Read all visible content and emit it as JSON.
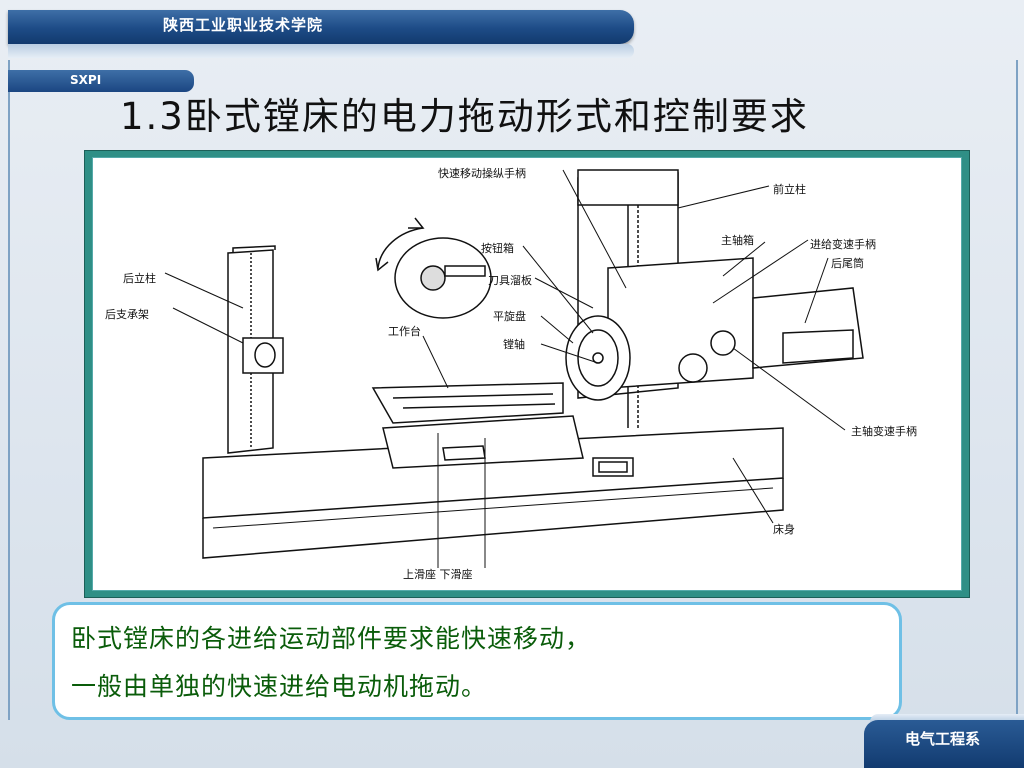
{
  "header": {
    "institution": "陕西工业职业技术学院",
    "logo_text": "SXPI"
  },
  "slide": {
    "title": "1.3卧式镗床的电力拖动形式和控制要求"
  },
  "figure": {
    "labels": {
      "fast_move_handle": "快速移动操纵手柄",
      "front_column": "前立柱",
      "spindle_box": "主轴箱",
      "feed_speed_handle": "进给变速手柄",
      "tailstock": "后尾筒",
      "rear_column": "后立柱",
      "rear_support": "后支承架",
      "button_box": "按钮箱",
      "tool_carriage": "刀具溜板",
      "flat_turntable": "平旋盘",
      "boring_spindle": "镗轴",
      "worktable": "工作台",
      "spindle_speed_handle": "主轴变速手柄",
      "bed": "床身",
      "slides": "上滑座 下滑座"
    }
  },
  "callout": {
    "line1": "卧式镗床的各进给运动部件要求能快速移动，",
    "line2": "一般由单独的快速进给电动机拖动。"
  },
  "footer": {
    "department": "电气工程系"
  },
  "colors": {
    "header_blue": "#1d4b86",
    "figure_border": "#2f8f86",
    "callout_border": "#6fc0e6",
    "callout_text": "#0a5c0a"
  }
}
